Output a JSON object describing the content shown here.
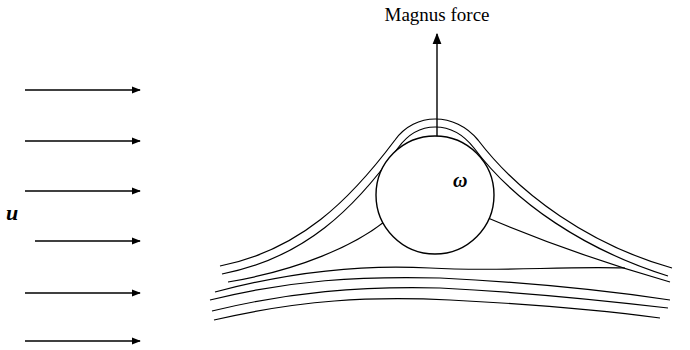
{
  "diagram": {
    "nodes": [
      {
        "text": [
          "ω"
        ]
      }
    ],
    "labels": [
      "Magnus force",
      "u"
    ]
  }
}
